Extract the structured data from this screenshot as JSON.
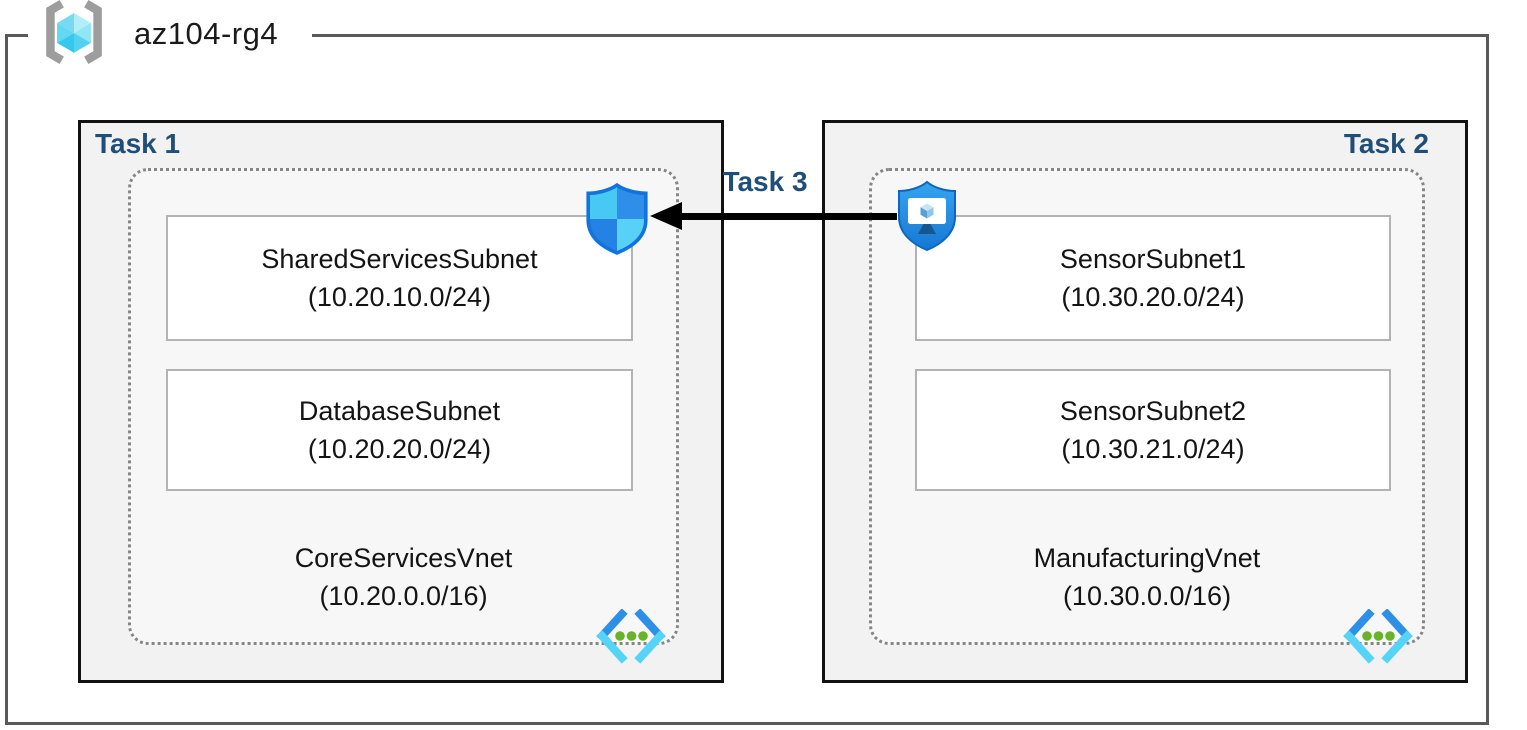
{
  "resource_group": {
    "name": "az104-rg4"
  },
  "tasks": {
    "task1_label": "Task 1",
    "task2_label": "Task 2",
    "task3_label": "Task 3"
  },
  "vnets": [
    {
      "name": "CoreServicesVnet",
      "cidr": "(10.20.0.0/16)",
      "subnets": [
        {
          "name": "SharedServicesSubnet",
          "cidr": "(10.20.10.0/24)"
        },
        {
          "name": "DatabaseSubnet",
          "cidr": "(10.20.20.0/24)"
        }
      ]
    },
    {
      "name": "ManufacturingVnet",
      "cidr": "(10.30.0.0/16)",
      "subnets": [
        {
          "name": "SensorSubnet1",
          "cidr": "(10.30.20.0/24)"
        },
        {
          "name": "SensorSubnet2",
          "cidr": "(10.30.21.0/24)"
        }
      ]
    }
  ],
  "icons": {
    "resource_group": "resource-group-icon",
    "nsg_shield": "network-security-group-shield-icon",
    "bastion": "bastion-shield-monitor-icon",
    "virtual_network": "virtual-network-chevrons-icon"
  },
  "colors": {
    "task_label": "#1f4e79",
    "frame_border": "#595959",
    "task_box_fill": "#f2f2f2",
    "task_box_border": "#111111",
    "subnet_border": "#b3b3b3",
    "dotted_border": "#868686",
    "arrow": "#000000",
    "vnet_green_dot": "#68b32a",
    "azure_blue": "#2e8ee9",
    "azure_light_blue": "#54d4f8"
  }
}
